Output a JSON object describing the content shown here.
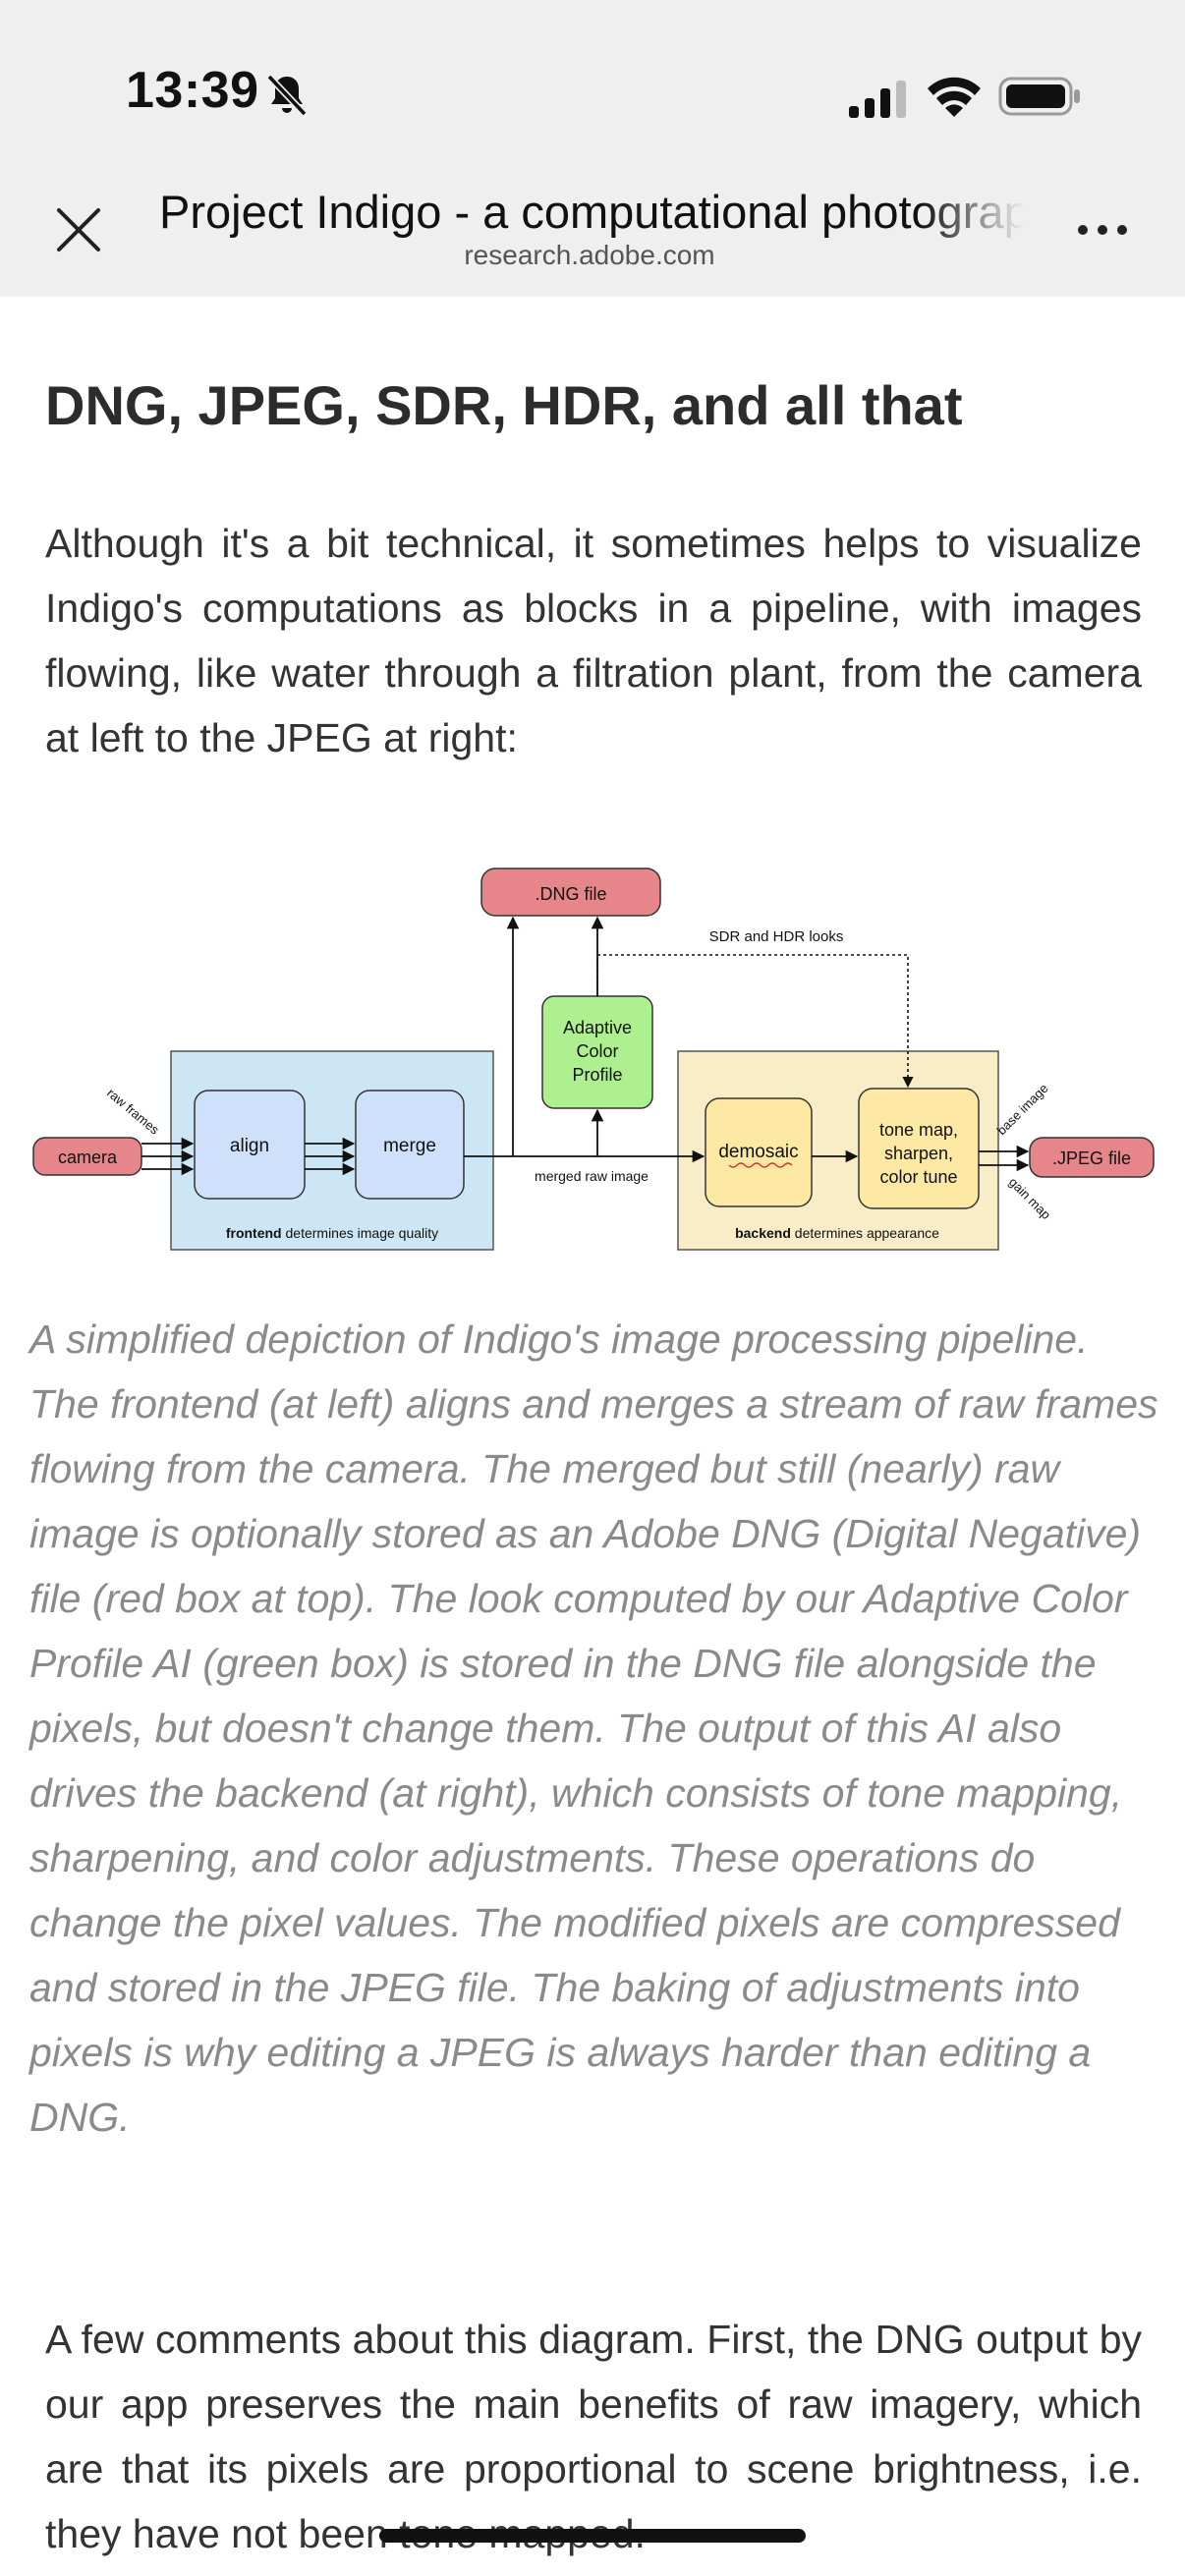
{
  "status_bar": {
    "time": "13:39"
  },
  "header": {
    "title": "Project Indigo - a computational photography camera app",
    "domain": "research.adobe.com"
  },
  "article": {
    "heading": "DNG, JPEG, SDR, HDR, and all that",
    "intro": "Although it's a bit technical, it sometimes helps to visualize Indigo's computations as blocks in a pipeline, with images flowing, like water through a filtration plant, from the camera at left to the JPEG at right:",
    "caption": "A simplified depiction of Indigo's image processing pipeline. The frontend (at left) aligns and merges a stream of raw frames flowing from the camera. The merged but still (nearly) raw image is optionally stored as an Adobe DNG (Digital Negative) file (red box at top). The look computed by our Adaptive Color Profile AI (green box) is stored in the DNG file alongside the pixels, but doesn't change them. The output of this AI also drives the backend (at right), which consists of tone mapping, sharpening, and color adjustments. These operations do change the pixel values. The modified pixels are compressed and stored in the JPEG file. The baking of adjustments into pixels is why editing a JPEG is always harder than editing a DNG.",
    "body2": "A few comments about this diagram. First, the DNG output by our app preserves the main benefits of raw imagery, which are that its pixels are proportional to scene brightness, i.e. they have not been tone mapped."
  },
  "diagram": {
    "dng_file": ".DNG file",
    "sdr_hdr_looks": "SDR and HDR looks",
    "acp_line1": "Adaptive",
    "acp_line2": "Color",
    "acp_line3": "Profile",
    "raw_frames": "raw frames",
    "camera": "camera",
    "align": "align",
    "merge": "merge",
    "frontend_bold": "frontend",
    "frontend_rest": " determines image quality",
    "merged_raw_image": "merged raw image",
    "demosaic": "demosaic",
    "tone_line1": "tone map,",
    "tone_line2": "sharpen,",
    "tone_line3": "color tune",
    "backend_bold": "backend",
    "backend_rest": " determines appearance",
    "base_image": "base image",
    "gain_map": "gain map",
    "jpeg_file": ".JPEG file"
  },
  "colors": {
    "red_box": "#e6868a",
    "green_box": "#aef08f",
    "frontend_panel": "#cde6f5",
    "frontend_block": "#cfe0fb",
    "backend_panel": "#f8edc6",
    "backend_block": "#fde9a3"
  },
  "icons": [
    "bell-off-icon",
    "cellular-signal-icon",
    "wifi-icon",
    "battery-icon",
    "close-icon",
    "more-icon"
  ]
}
